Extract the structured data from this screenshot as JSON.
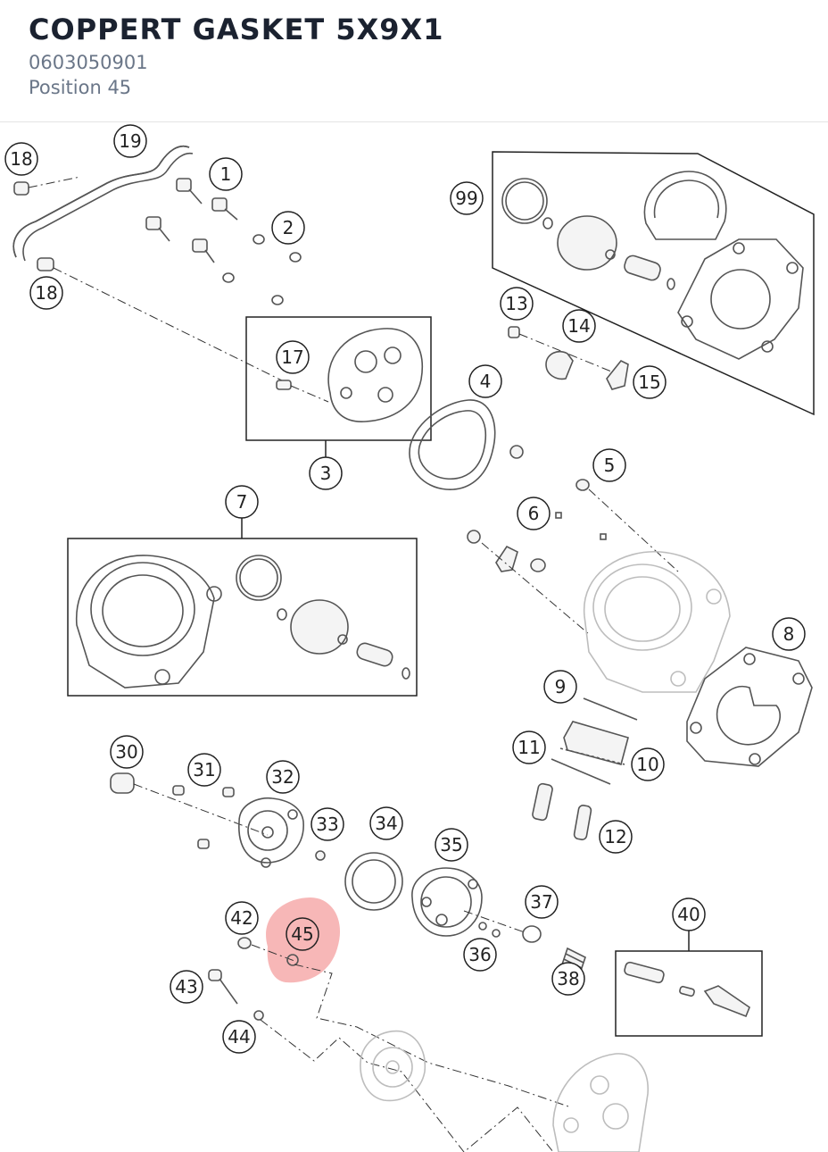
{
  "header": {
    "title": "COPPERT GASKET 5X9X1",
    "part_number": "0603050901",
    "position": "Position 45"
  },
  "highlight": {
    "label": "45",
    "color": "#f07b7b"
  },
  "callouts": [
    "18",
    "19",
    "1",
    "2",
    "18",
    "99",
    "17",
    "3",
    "13",
    "14",
    "15",
    "4",
    "5",
    "6",
    "7",
    "8",
    "9",
    "11",
    "10",
    "12",
    "30",
    "31",
    "32",
    "33",
    "34",
    "35",
    "37",
    "36",
    "38",
    "40",
    "42",
    "43",
    "44"
  ]
}
